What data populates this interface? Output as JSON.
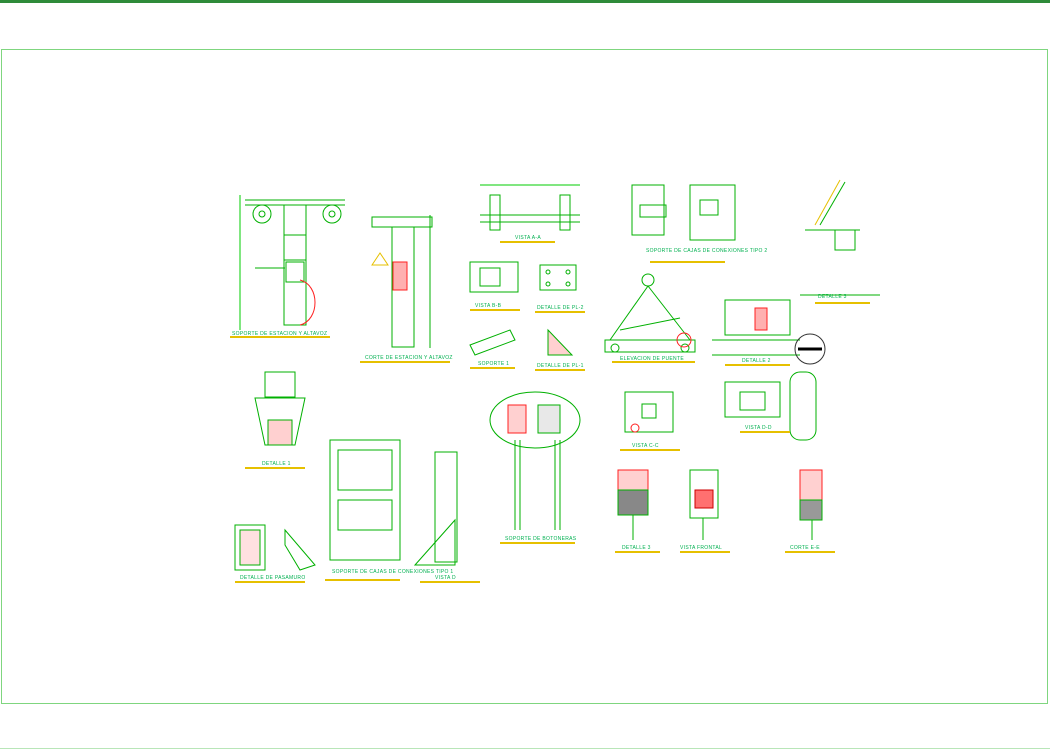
{
  "sheet": {
    "accent_color": "#00cc00",
    "line_color": "#00a000",
    "leader_color": "#cc0000",
    "label_underline_color": "#e6c000"
  },
  "labels": {
    "soporte_estacion": "SOPORTE DE ESTACION Y ALTAVOZ",
    "corte_estacion": "CORTE DE ESTACION Y ALTAVOZ",
    "vista_aa": "VISTA A-A",
    "vista_bb": "VISTA B-B",
    "detalle_pl2": "DETALLE DE PL-2",
    "soporte_1": "SOPORTE 1",
    "detalle_pl1": "DETALLE DE PL-1",
    "soporte_cajas_2": "SOPORTE DE CAJAS DE CONEXIONES TIPO 2",
    "elevacion_puente": "ELEVACION DE PUENTE",
    "detalle_3_top": "DETALLE 3",
    "detalle_2": "DETALLE 2",
    "detalle_1": "DETALLE 1",
    "soporte_cajas_1": "SOPORTE DE CAJAS DE CONEXIONES TIPO 1",
    "vista_d": "VISTA D",
    "soporte_botoneras": "SOPORTE DE BOTONERAS",
    "vista_cc": "VISTA C-C",
    "vista_dd": "VISTA D-D",
    "detalle_3_bottom": "DETALLE 3",
    "vista_frontal": "VISTA FRONTAL",
    "corte_ee": "CORTE E-E",
    "detalle_pasamuro": "DETALLE DE PASAMURO"
  }
}
